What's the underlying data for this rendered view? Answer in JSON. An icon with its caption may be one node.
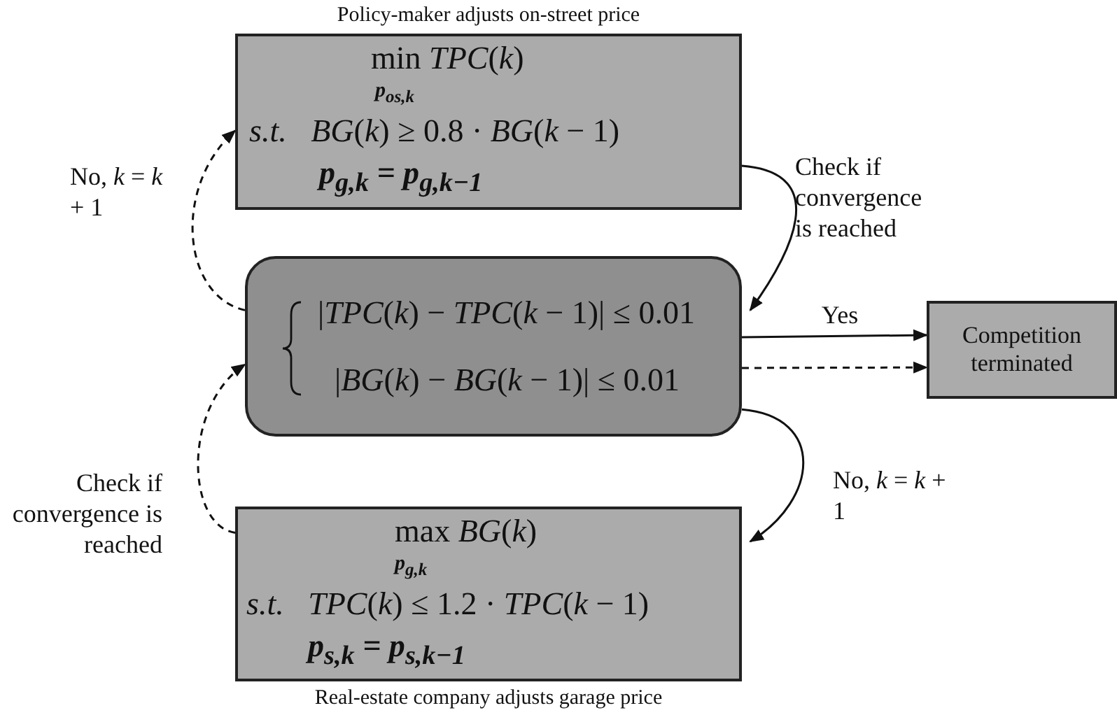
{
  "diagram": {
    "nodes": [
      {
        "text": [
          "min *TPC*(*k*)",
          "p$_{os,k}$",
          "*s.t.*   *BG*(*k*) ≥ 0.8 · *BG*(*k* − 1)",
          "p$_{g,k}$ = p$_{g,k−1}$"
        ],
        "beside": [
          "Policy-maker adjusts on-street price"
        ]
      },
      {
        "text": [
          "|*TPC*(*k*) − *TPC*(*k* − 1)| ≤ 0.01",
          "|*BG*(*k*) − *BG*(*k* − 1)| ≤ 0.01"
        ]
      },
      {
        "text": [
          "Competition terminated"
        ]
      },
      {
        "text": [
          "max *BG*(*k*)",
          "p$_{g,k}$",
          "*s.t.*   *TPC*(*k*) ≤ 1.2 · *TPC*(*k* − 1)",
          "p$_{s,k}$ = p$_{s,k−1}$"
        ],
        "beside": [
          "Real-estate company adjusts garage price"
        ]
      }
    ],
    "edges": [
      {
        "from": 0,
        "to": 1,
        "arrow": "to",
        "label": "Check if convergence is reached"
      },
      {
        "from": 1,
        "to": 3,
        "arrow": "to",
        "label": "No, *k* = *k* + 1"
      },
      {
        "from": 1,
        "to": 2,
        "arrow": "to",
        "label": "Yes"
      },
      {
        "from": 1,
        "to": 2,
        "arrow": "to",
        "style": "dashed"
      },
      {
        "from": 1,
        "to": 0,
        "arrow": "to",
        "style": "dashed",
        "label": "No, *k* = *k* + 1"
      },
      {
        "from": 3,
        "to": 1,
        "arrow": "to",
        "style": "dashed",
        "label": "Check if convergence is reached"
      }
    ]
  }
}
